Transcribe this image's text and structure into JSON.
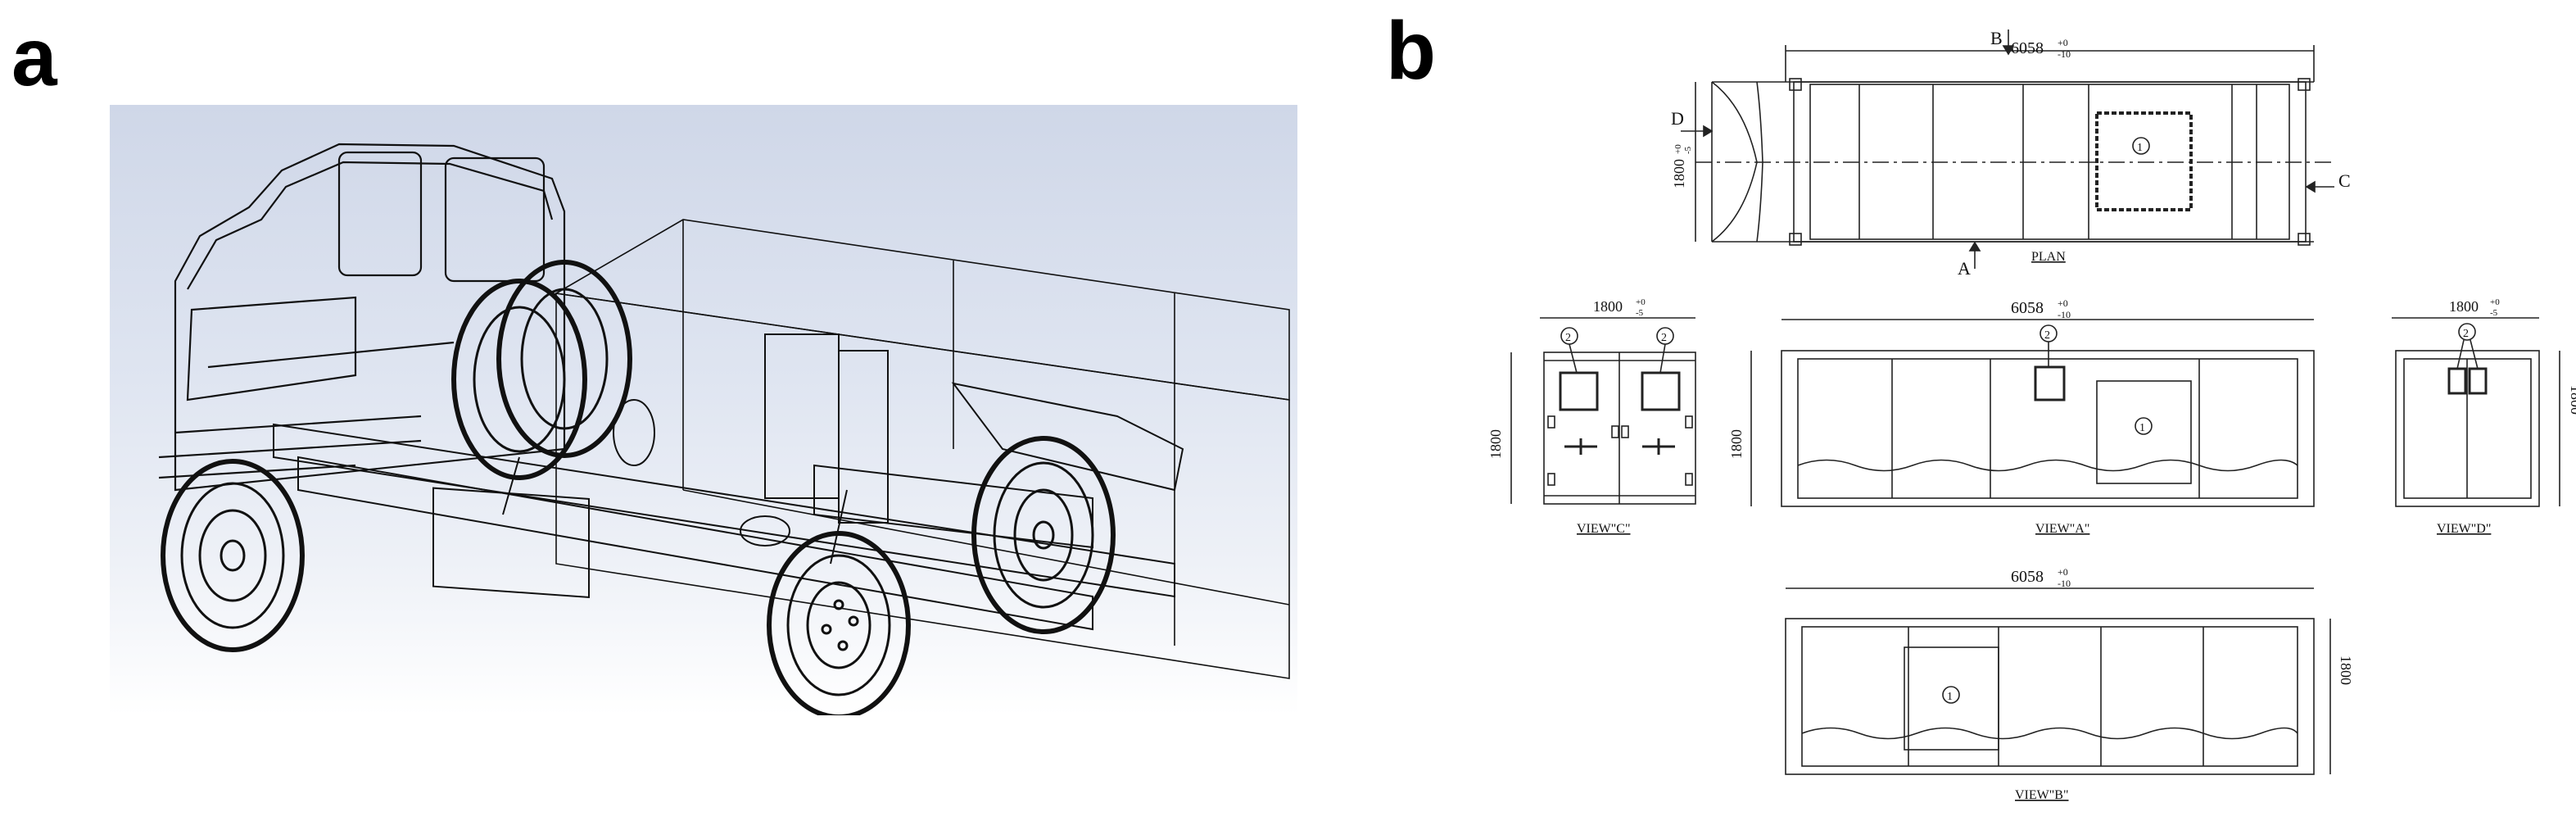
{
  "panels": {
    "a": {
      "label": "a"
    },
    "b": {
      "label": "b"
    }
  },
  "drawing": {
    "dim_length": "6058",
    "dim_length_tol_top": "+0",
    "dim_length_tol_bot": "-10",
    "dim_width": "1800",
    "dim_tol_top": "+0",
    "dim_tol_bot": "-5",
    "marker_1": "1",
    "marker_2": "2",
    "arrow_a": "A",
    "arrow_b": "B",
    "arrow_c": "C",
    "arrow_d": "D",
    "caption_plan": "PLAN",
    "caption_view_a": "VIEW\"A\"",
    "caption_view_b": "VIEW\"B\"",
    "caption_view_c": "VIEW\"C\"",
    "caption_view_d": "VIEW\"D\""
  }
}
